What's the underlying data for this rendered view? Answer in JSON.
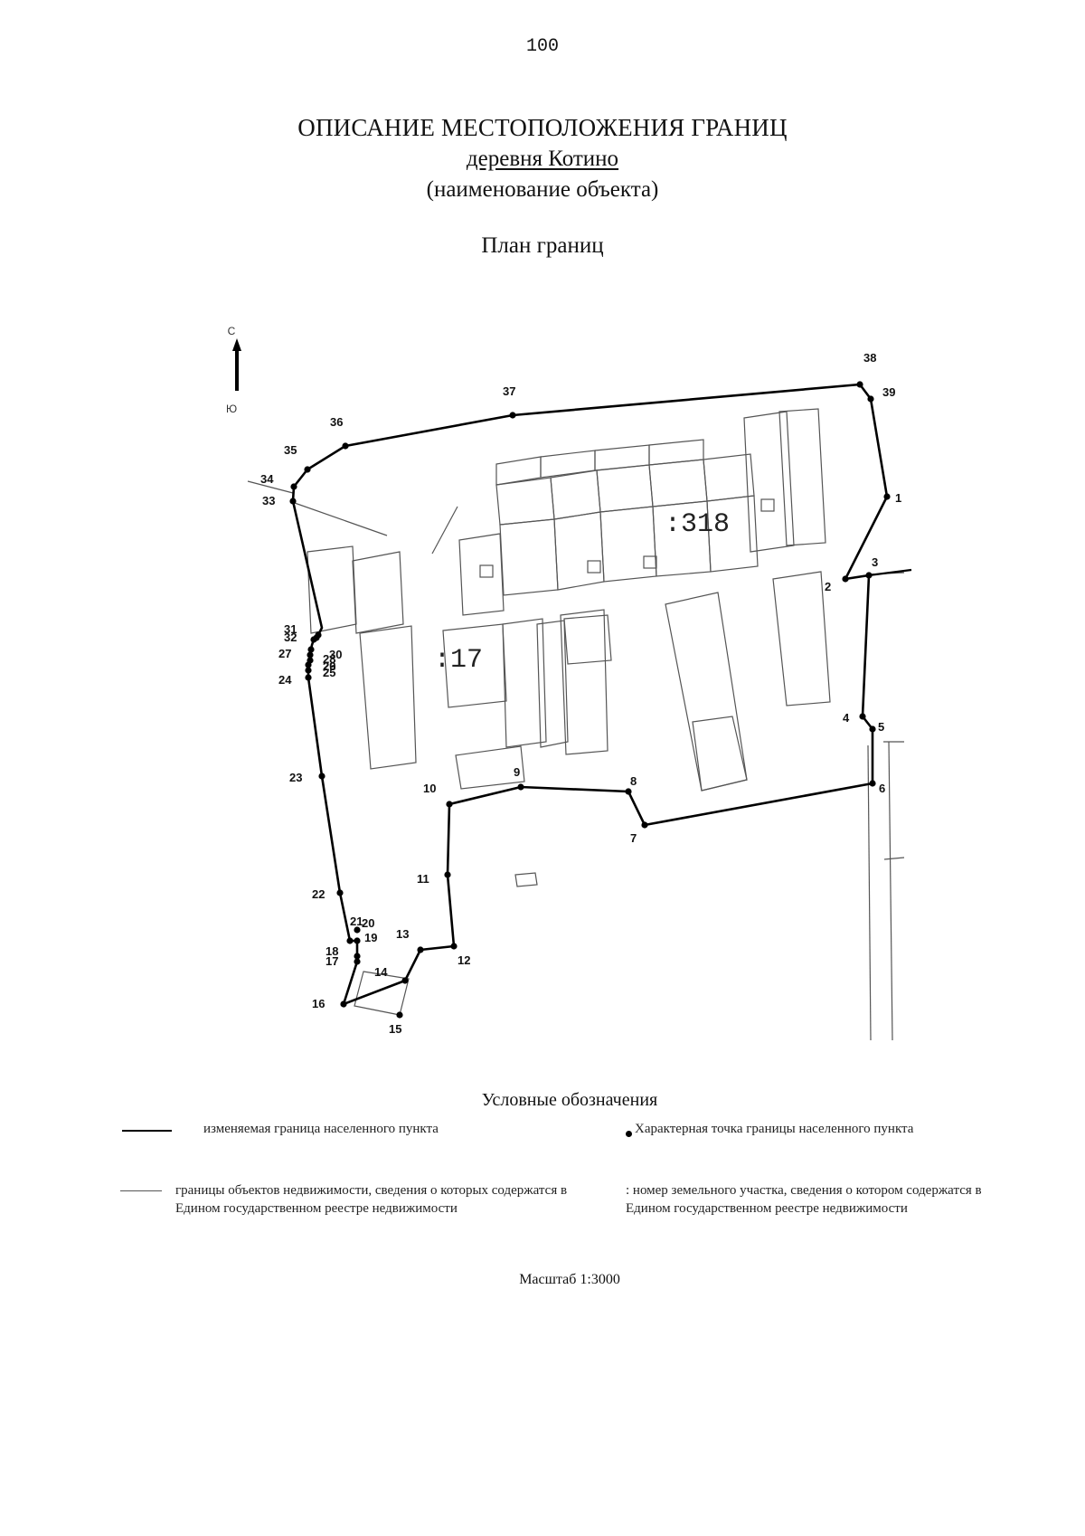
{
  "header": {
    "page_number": "100",
    "title": "ОПИСАНИЕ МЕСТОПОЛОЖЕНИЯ ГРАНИЦ",
    "object_name": "деревня Котино",
    "object_name_caption": "(наименование объекта)",
    "plan_heading": "План границ"
  },
  "plan": {
    "compass": {
      "north": "С",
      "south": "Ю"
    },
    "parcel_labels": [
      ":318",
      ":17"
    ],
    "points": [
      "1",
      "2",
      "3",
      "4",
      "5",
      "6",
      "7",
      "8",
      "9",
      "10",
      "11",
      "12",
      "13",
      "14",
      "15",
      "16",
      "17",
      "18",
      "19",
      "20",
      "21",
      "22",
      "23",
      "24",
      "25",
      "26",
      "27",
      "28",
      "29",
      "30",
      "31",
      "32",
      "33",
      "34",
      "35",
      "36",
      "37",
      "38",
      "39"
    ],
    "line_colors": {
      "boundary": "#000000",
      "property": "#555555"
    }
  },
  "legend": {
    "title": "Условные обозначения",
    "changed_boundary": "изменяемая граница населенного пункта",
    "characteristic_point": "Характерная точка границы населенного пункта",
    "property_boundaries": "границы объектов недвижимости, сведения о которых содержатся в Едином государственном реестре недвижимости",
    "parcel_number": ":   номер земельного участка, сведения о котором содержатся в Едином государственном реестре недвижимости"
  },
  "scale": "Масштаб 1:3000"
}
